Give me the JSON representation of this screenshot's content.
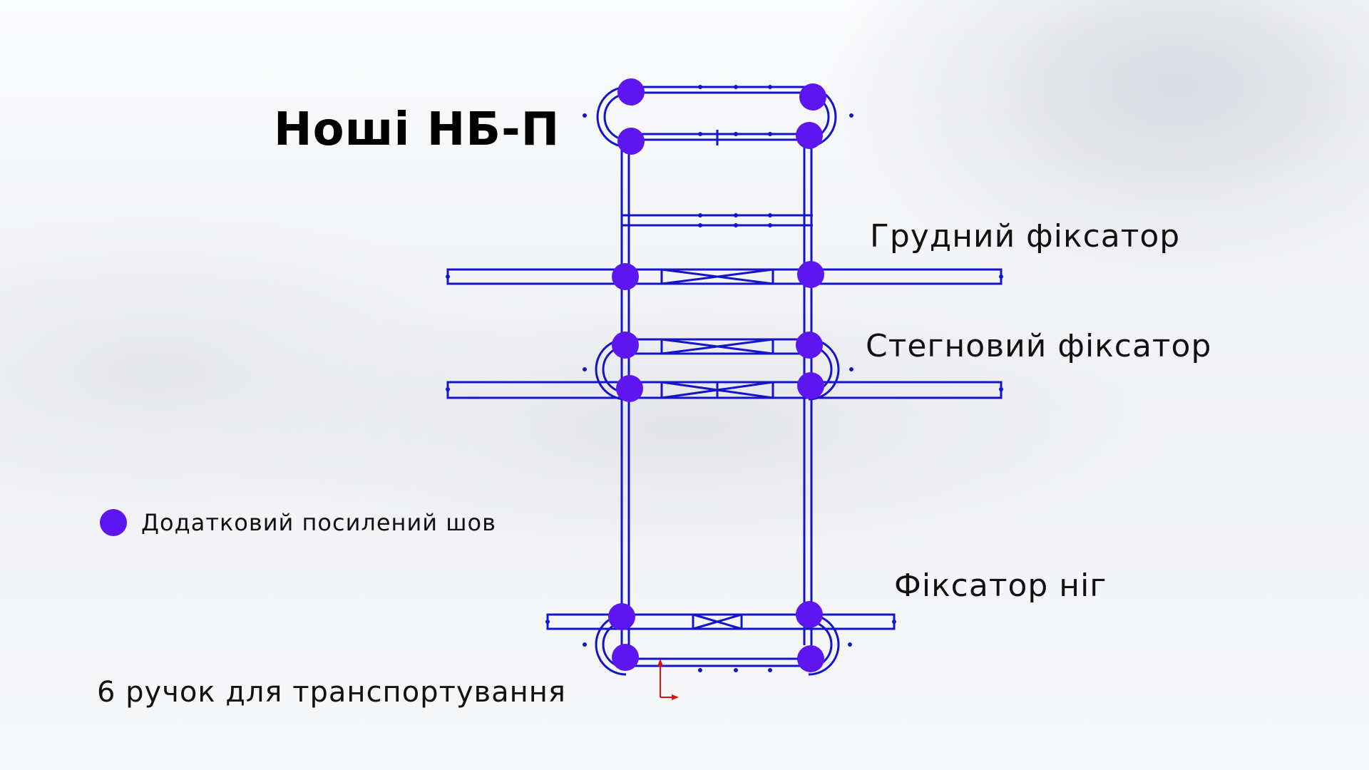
{
  "title": "Ноші НБ-П",
  "labels": {
    "chest": "Грудний фіксатор",
    "hip": "Стегновий фіксатор",
    "legs": "Фіксатор ніг"
  },
  "legend": {
    "text": "Додатковий посилений шов"
  },
  "footnote": "6 ручок для транспортування",
  "colors": {
    "line": "#1414c8",
    "seam": "#5d16f0",
    "axis": "#e01010"
  }
}
